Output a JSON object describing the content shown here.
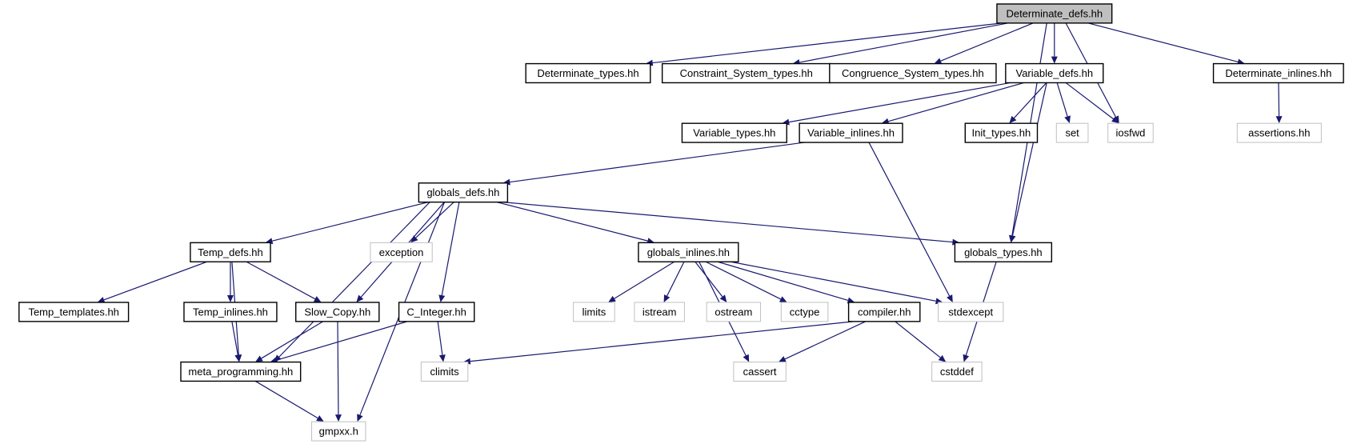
{
  "colors": {
    "edge": "#191970",
    "node_border": "#000000",
    "external_border": "#c0c0c0",
    "root_fill": "#bfbfbf",
    "node_fill": "#ffffff",
    "text": "#000000"
  },
  "nodes": {
    "determinate_defs": {
      "label": "Determinate_defs.hh",
      "kind": "root"
    },
    "determinate_types": {
      "label": "Determinate_types.hh",
      "kind": "file"
    },
    "constraint_system_types": {
      "label": "Constraint_System_types.hh",
      "kind": "file"
    },
    "congruence_system_types": {
      "label": "Congruence_System_types.hh",
      "kind": "file"
    },
    "variable_defs": {
      "label": "Variable_defs.hh",
      "kind": "file"
    },
    "determinate_inlines": {
      "label": "Determinate_inlines.hh",
      "kind": "file"
    },
    "variable_types": {
      "label": "Variable_types.hh",
      "kind": "file"
    },
    "variable_inlines": {
      "label": "Variable_inlines.hh",
      "kind": "file"
    },
    "init_types": {
      "label": "Init_types.hh",
      "kind": "file"
    },
    "set": {
      "label": "set",
      "kind": "external"
    },
    "iosfwd": {
      "label": "iosfwd",
      "kind": "external"
    },
    "assertions": {
      "label": "assertions.hh",
      "kind": "external"
    },
    "globals_defs": {
      "label": "globals_defs.hh",
      "kind": "file"
    },
    "temp_defs": {
      "label": "Temp_defs.hh",
      "kind": "file"
    },
    "exception": {
      "label": "exception",
      "kind": "external"
    },
    "globals_inlines": {
      "label": "globals_inlines.hh",
      "kind": "file"
    },
    "globals_types": {
      "label": "globals_types.hh",
      "kind": "file"
    },
    "temp_templates": {
      "label": "Temp_templates.hh",
      "kind": "file"
    },
    "temp_inlines": {
      "label": "Temp_inlines.hh",
      "kind": "file"
    },
    "slow_copy": {
      "label": "Slow_Copy.hh",
      "kind": "file"
    },
    "c_integer": {
      "label": "C_Integer.hh",
      "kind": "file"
    },
    "limits": {
      "label": "limits",
      "kind": "external"
    },
    "istream": {
      "label": "istream",
      "kind": "external"
    },
    "ostream": {
      "label": "ostream",
      "kind": "external"
    },
    "cctype": {
      "label": "cctype",
      "kind": "external"
    },
    "compiler": {
      "label": "compiler.hh",
      "kind": "file"
    },
    "stdexcept": {
      "label": "stdexcept",
      "kind": "external"
    },
    "meta_programming": {
      "label": "meta_programming.hh",
      "kind": "file"
    },
    "climits": {
      "label": "climits",
      "kind": "external"
    },
    "cassert": {
      "label": "cassert",
      "kind": "external"
    },
    "cstddef": {
      "label": "cstddef",
      "kind": "external"
    },
    "gmpxx": {
      "label": "gmpxx.h",
      "kind": "external"
    }
  },
  "edges": [
    [
      "determinate_defs",
      "determinate_types"
    ],
    [
      "determinate_defs",
      "constraint_system_types"
    ],
    [
      "determinate_defs",
      "congruence_system_types"
    ],
    [
      "determinate_defs",
      "variable_defs"
    ],
    [
      "determinate_defs",
      "iosfwd"
    ],
    [
      "determinate_defs",
      "globals_types"
    ],
    [
      "determinate_defs",
      "determinate_inlines"
    ],
    [
      "variable_defs",
      "variable_types"
    ],
    [
      "variable_defs",
      "variable_inlines"
    ],
    [
      "variable_defs",
      "globals_types"
    ],
    [
      "variable_defs",
      "init_types"
    ],
    [
      "variable_defs",
      "set"
    ],
    [
      "variable_defs",
      "iosfwd"
    ],
    [
      "determinate_inlines",
      "assertions"
    ],
    [
      "variable_inlines",
      "globals_defs"
    ],
    [
      "variable_inlines",
      "stdexcept"
    ],
    [
      "globals_defs",
      "meta_programming"
    ],
    [
      "globals_defs",
      "temp_defs"
    ],
    [
      "globals_defs",
      "slow_copy"
    ],
    [
      "globals_defs",
      "exception"
    ],
    [
      "globals_defs",
      "c_integer"
    ],
    [
      "globals_defs",
      "gmpxx"
    ],
    [
      "globals_defs",
      "globals_inlines"
    ],
    [
      "globals_defs",
      "globals_types"
    ],
    [
      "temp_defs",
      "temp_templates"
    ],
    [
      "temp_defs",
      "meta_programming"
    ],
    [
      "temp_defs",
      "temp_inlines"
    ],
    [
      "temp_defs",
      "slow_copy"
    ],
    [
      "temp_inlines",
      "meta_programming"
    ],
    [
      "slow_copy",
      "meta_programming"
    ],
    [
      "slow_copy",
      "gmpxx"
    ],
    [
      "c_integer",
      "meta_programming"
    ],
    [
      "c_integer",
      "climits"
    ],
    [
      "meta_programming",
      "gmpxx"
    ],
    [
      "globals_inlines",
      "cassert"
    ],
    [
      "globals_inlines",
      "limits"
    ],
    [
      "globals_inlines",
      "istream"
    ],
    [
      "globals_inlines",
      "ostream"
    ],
    [
      "globals_inlines",
      "cctype"
    ],
    [
      "globals_inlines",
      "compiler"
    ],
    [
      "globals_inlines",
      "stdexcept"
    ],
    [
      "compiler",
      "climits"
    ],
    [
      "compiler",
      "cassert"
    ],
    [
      "compiler",
      "cstddef"
    ],
    [
      "globals_types",
      "cstddef"
    ]
  ]
}
